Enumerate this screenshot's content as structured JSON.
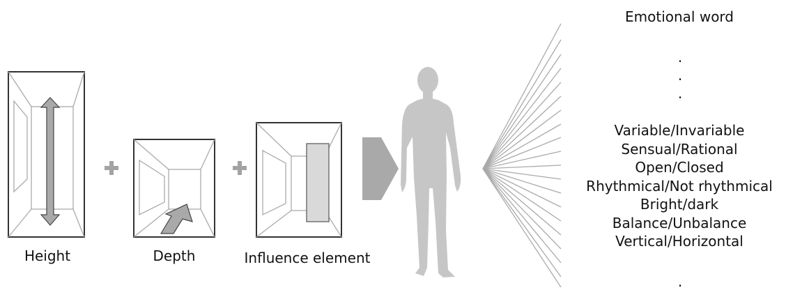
{
  "room_labels": {
    "height": "Height",
    "depth": "Depth",
    "influence": "Influence element"
  },
  "emotional": {
    "title": "Emotional word",
    "dots_top": [
      ".",
      ".",
      "."
    ],
    "words": [
      "Variable/Invariable",
      "Sensual/Rational",
      "Open/Closed",
      "Rhythmical/Not rhythmical",
      "Bright/dark",
      "Balance/Unbalance",
      "Vertical/Horizontal"
    ],
    "dots_bottom": [
      "."
    ]
  },
  "colors": {
    "stroke": "#aaaaaa",
    "frame": "#333333",
    "arrow_fill": "#a9a9a9",
    "plus": "#a3a3a3",
    "person": "#c6c6c6",
    "panel": "#d9d9d9"
  }
}
